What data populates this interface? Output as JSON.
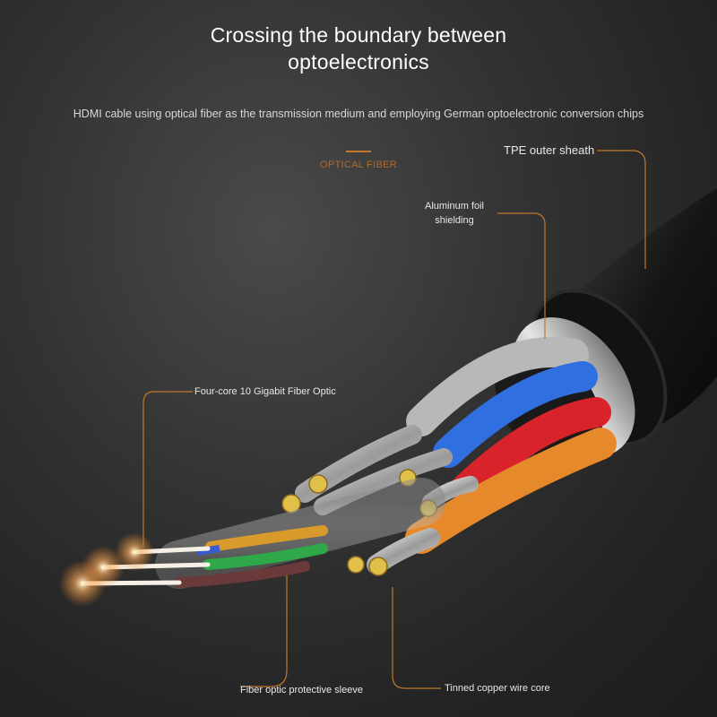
{
  "header": {
    "title_line1": "Crossing the boundary between",
    "title_line2": "optoelectronics",
    "subtitle": "HDMI cable using optical fiber as the transmission medium and employing German optoelectronic conversion chips"
  },
  "section_label": "OPTICAL FIBER",
  "callouts": {
    "tpe_sheath": "TPE outer sheath",
    "aluminum_foil_line1": "Aluminum foil",
    "aluminum_foil_line2": "shielding",
    "fiber_optic": "Four-core 10 Gigabit Fiber Optic",
    "protective_sleeve": "Fiber optic protective sleeve",
    "copper_core": "Tinned copper wire core"
  },
  "colors": {
    "accent": "#c0782f",
    "wire_blue": "#2f6fe0",
    "wire_red": "#d8232a",
    "wire_orange": "#e6892a",
    "fiber_green": "#2fa84a",
    "fiber_yellow": "#d89a2a",
    "fiber_brown": "#6a3a3a"
  }
}
